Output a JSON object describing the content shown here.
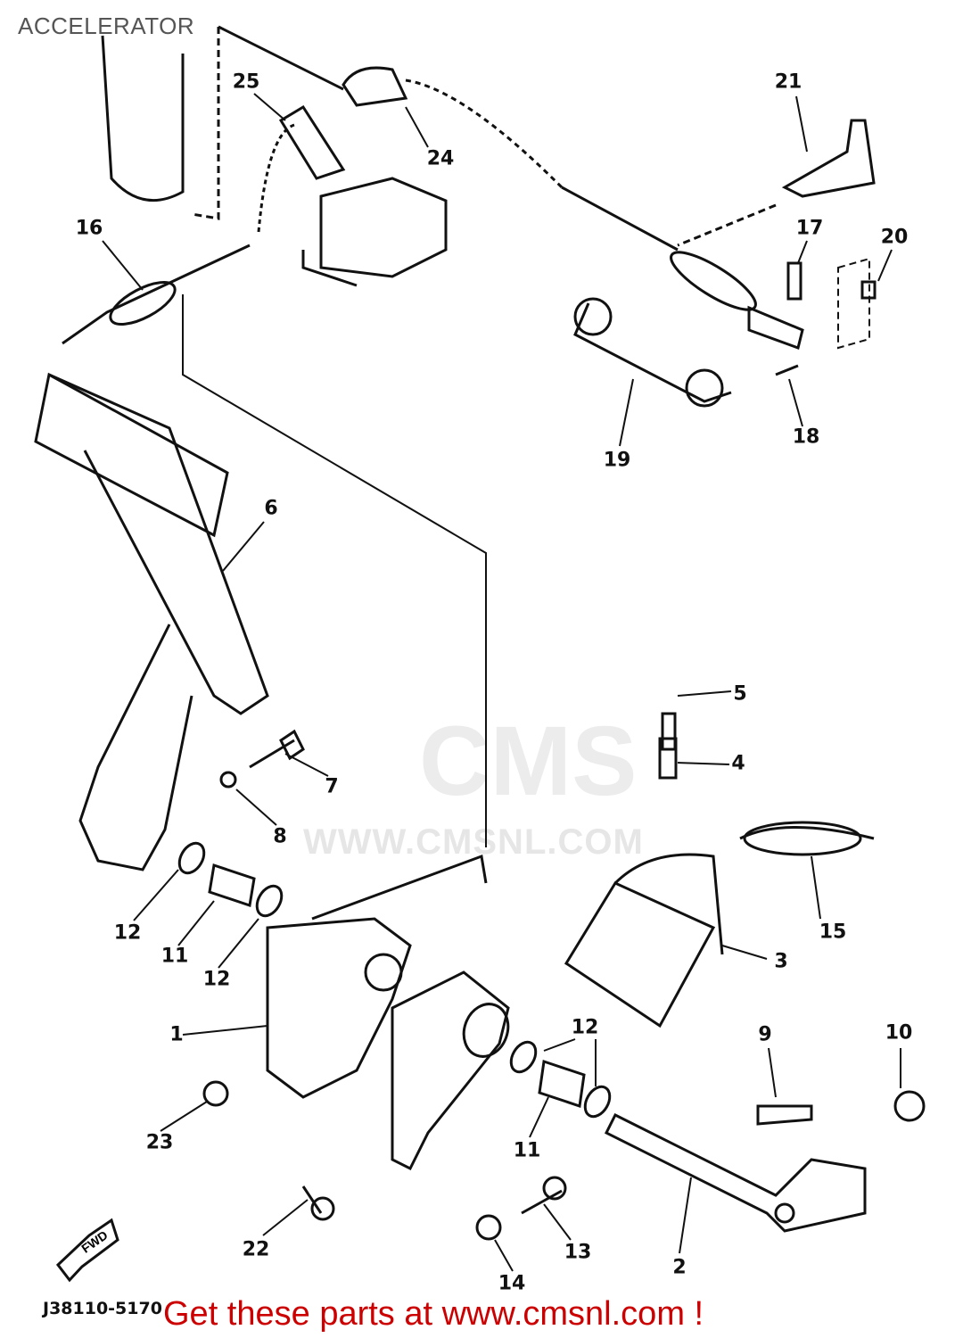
{
  "title": "ACCELERATOR",
  "diagram_code": "J38110-5170",
  "promo_text": "Get these parts at www.cmsnl.com !",
  "watermark": {
    "logo_text": "CMS",
    "url_text": "WWW.CMSNL.COM"
  },
  "direction_arrow": "FWD",
  "part_labels": [
    "25",
    "24",
    "21",
    "16",
    "17",
    "20",
    "18",
    "19",
    "6",
    "5",
    "4",
    "7",
    "8",
    "15",
    "12",
    "11",
    "12",
    "3",
    "1",
    "12",
    "9",
    "10",
    "23",
    "11",
    "22",
    "13",
    "2",
    "14"
  ],
  "colors": {
    "promo": "#cc0000",
    "line": "#111111"
  }
}
